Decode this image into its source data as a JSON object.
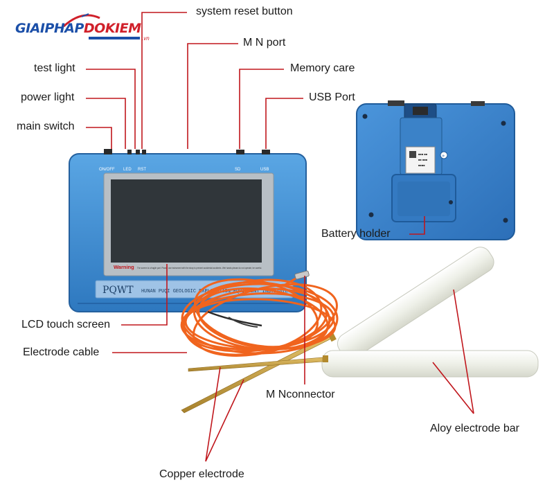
{
  "logo": {
    "part1": "GIAIPHAP",
    "part2": "DOKIEM",
    "suffix": ".vn"
  },
  "device": {
    "ports": {
      "onoff": "ON/OFF",
      "led": "LED",
      "rst": "RST",
      "sd": "SD",
      "usb": "USB"
    },
    "warning": "Warning",
    "warning_text": "The screen is a fragile part. Please use instrument with the strap to prevent accidental accidents. Wet hands please do not operate, be careful.",
    "brand": "PQWT",
    "maker": "HUNAN PUQI GEOLOGIC EXPLORATION EQUIPMENT INSTITUTE"
  },
  "labels": {
    "system_reset": "system reset button",
    "mn_port": "M N port",
    "test_light": "test light",
    "memory_card": "Memory care",
    "power_light": "power light",
    "usb_port": "USB Port",
    "main_switch": "main switch",
    "battery_holder": "Battery holder",
    "lcd": "LCD touch screen",
    "electrode_cable": "Electrode cable",
    "mn_connector": "M Nconnector",
    "alloy_bar": "Aloy electrode bar",
    "copper": "Copper electrode"
  },
  "colors": {
    "device_blue": "#3a87cc",
    "cable_orange": "#f0641e",
    "leader_red": "#c0161c",
    "copper": "#c8a040"
  }
}
